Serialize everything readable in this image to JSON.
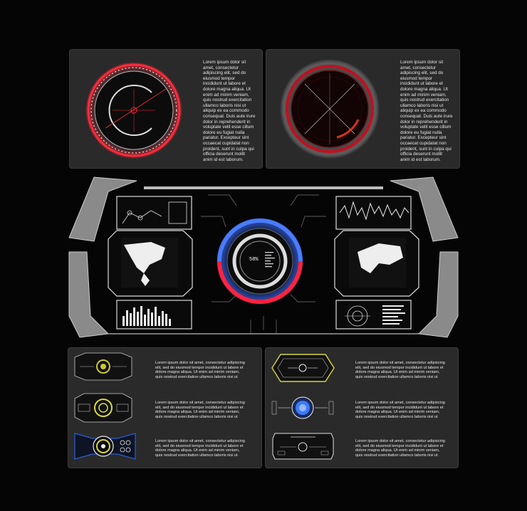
{
  "top_panels": [
    {
      "text": "Lorem ipsum dolor sit\namet, consectetur\nadipiscing elit, sed do\neiusmod tempor\nincididunt ut labore et\ndolore magna aliqua. Ut\nenim ad minim veniam,\nquis nostrud exercitation\nullamco laboris nisi ut\naliquip ex ea commodo\nconsequat. Duis aute irure\ndolor in reprehenderit in\nvoluptate velit esse cillum\ndolore eu fugiat nulla\npariatur. Excepteur sint\noccaecat cupidatat non\nproident, sunt in culpa qui\nofficia deserunt mollit\nanim id est laborum.",
      "accent": "#ff2a3a"
    },
    {
      "text": "Lorem ipsum dolor sit\namet, consectetur\nadipiscing elit, sed do\neiusmod tempor\nincididunt ut labore et\ndolore magna aliqua. Ut\nenim ad minim veniam,\nquis nostrud exercitation\nullamco laboris nisi ut\naliquip ex ea commodo\nconsequat. Duis aute irure\ndolor in reprehenderit in\nvoluptate velit esse cillum\ndolore eu fugiat nulla\npariatur. Excepteur sint\noccaecat cupidatat non\nproident, sunt in culpa qui\nofficia deserunt mollit\nanim id est laborum.",
      "accent": "#c01020"
    }
  ],
  "hud": {
    "center_percent": "58%",
    "accent_blue": "#3b6cff",
    "accent_red": "#ff2340"
  },
  "bottom_left_rows": [
    {
      "text": "Lorem ipsum dolor sit amet, consectetur adipiscing\nelit, sed do eiusmod tempor incididunt ut labore et\ndolore magna aliqua. Ut enim ad minim veniam,\nquis nostrud exercitation ullamco laboris nisi ut",
      "accent": "#c8c832"
    },
    {
      "text": "Lorem ipsum dolor sit amet, consectetur adipiscing\nelit, sed do eiusmod tempor incididunt ut labore et\ndolore magna aliqua. Ut enim ad minim veniam,\nquis nostrud exercitation ullamco laboris nisi ut",
      "accent": "#d8d840"
    },
    {
      "text": "Lorem ipsum dolor sit amet, consectetur adipiscing\nelit, sed do eiusmod tempor incididunt ut labore et\ndolore magna aliqua. Ut enim ad minim veniam,\nquis nostrud exercitation ullamco laboris nisi ut",
      "accent": "#2a6cff"
    }
  ],
  "bottom_right_rows": [
    {
      "text": "Lorem ipsum dolor sit amet, consectetur adipiscing\nelit, sed do eiusmod tempor incididunt ut labore et\ndolore magna aliqua. Ut enim ad minim veniam,\nquis nostrud exercitation ullamco laboris nisi ut",
      "accent": "#d8d840"
    },
    {
      "text": "Lorem ipsum dolor sit amet, consectetur adipiscing\nelit, sed do eiusmod tempor incididunt ut labore et\ndolore magna aliqua. Ut enim ad minim veniam,\nquis nostrud exercitation ullamco laboris nisi ut",
      "accent": "#3a7cff"
    },
    {
      "text": "Lorem ipsum dolor sit amet, consectetur adipiscing\nelit, sed do eiusmod tempor incididunt ut labore et\ndolore magna aliqua. Ut enim ad minim veniam,\nquis nostrud exercitation ullamco laboris nisi ut",
      "accent": "#e0e0e0"
    }
  ]
}
